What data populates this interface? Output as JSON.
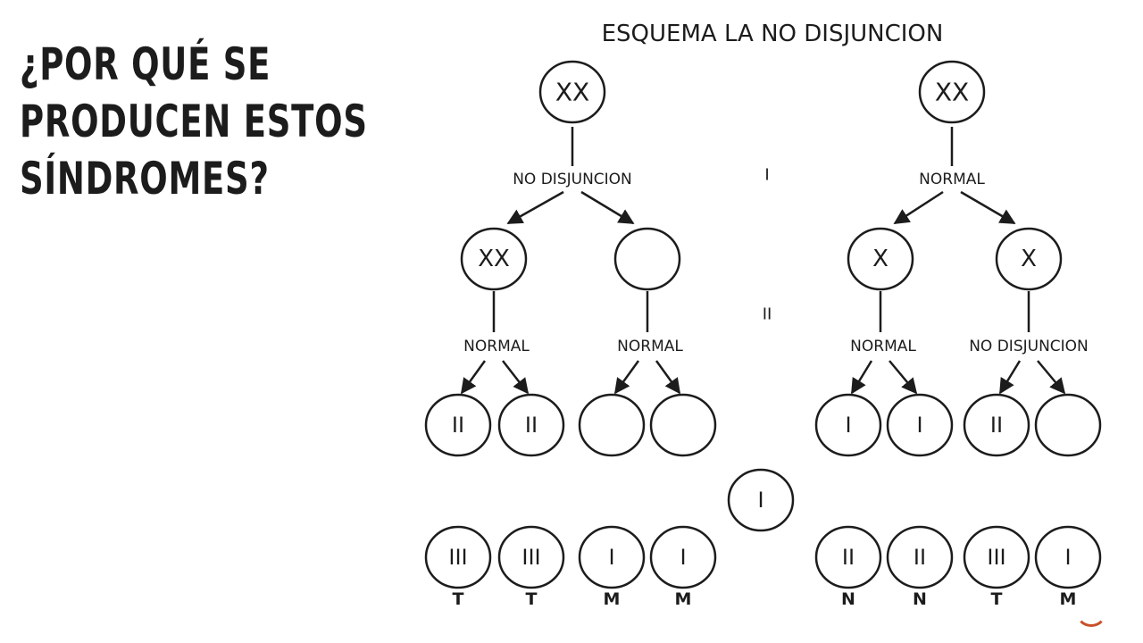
{
  "slide": {
    "title_lines": [
      "¿POR QUÉ SE",
      "PRODUCEN ESTOS",
      "SÍNDROMES?"
    ]
  },
  "diagram": {
    "title": "ESQUEMA LA NO DISJUNCION",
    "stage_labels": [
      "I",
      "II"
    ],
    "left": {
      "parent": "XX",
      "division1_label": "NO DISJUNCION",
      "cells_division1": [
        "XX",
        ""
      ],
      "division2_labels": [
        "NORMAL",
        "NORMAL"
      ],
      "gametes": [
        "II",
        "II",
        "",
        ""
      ],
      "zygotes": [
        "III",
        "III",
        "I",
        "I"
      ],
      "outcomes": [
        "T",
        "T",
        "M",
        "M"
      ]
    },
    "right": {
      "parent": "XX",
      "division1_label": "NORMAL",
      "cells_division1": [
        "X",
        "X"
      ],
      "division2_labels": [
        "NORMAL",
        "NO DISJUNCION"
      ],
      "gametes": [
        "I",
        "I",
        "II",
        ""
      ],
      "zygotes": [
        "II",
        "II",
        "III",
        "I"
      ],
      "outcomes": [
        "N",
        "N",
        "T",
        "M"
      ]
    },
    "partner_gamete": "I"
  },
  "colors": {
    "text": "#1c1c1c",
    "background": "#ffffff",
    "accent": "#c8502a"
  }
}
